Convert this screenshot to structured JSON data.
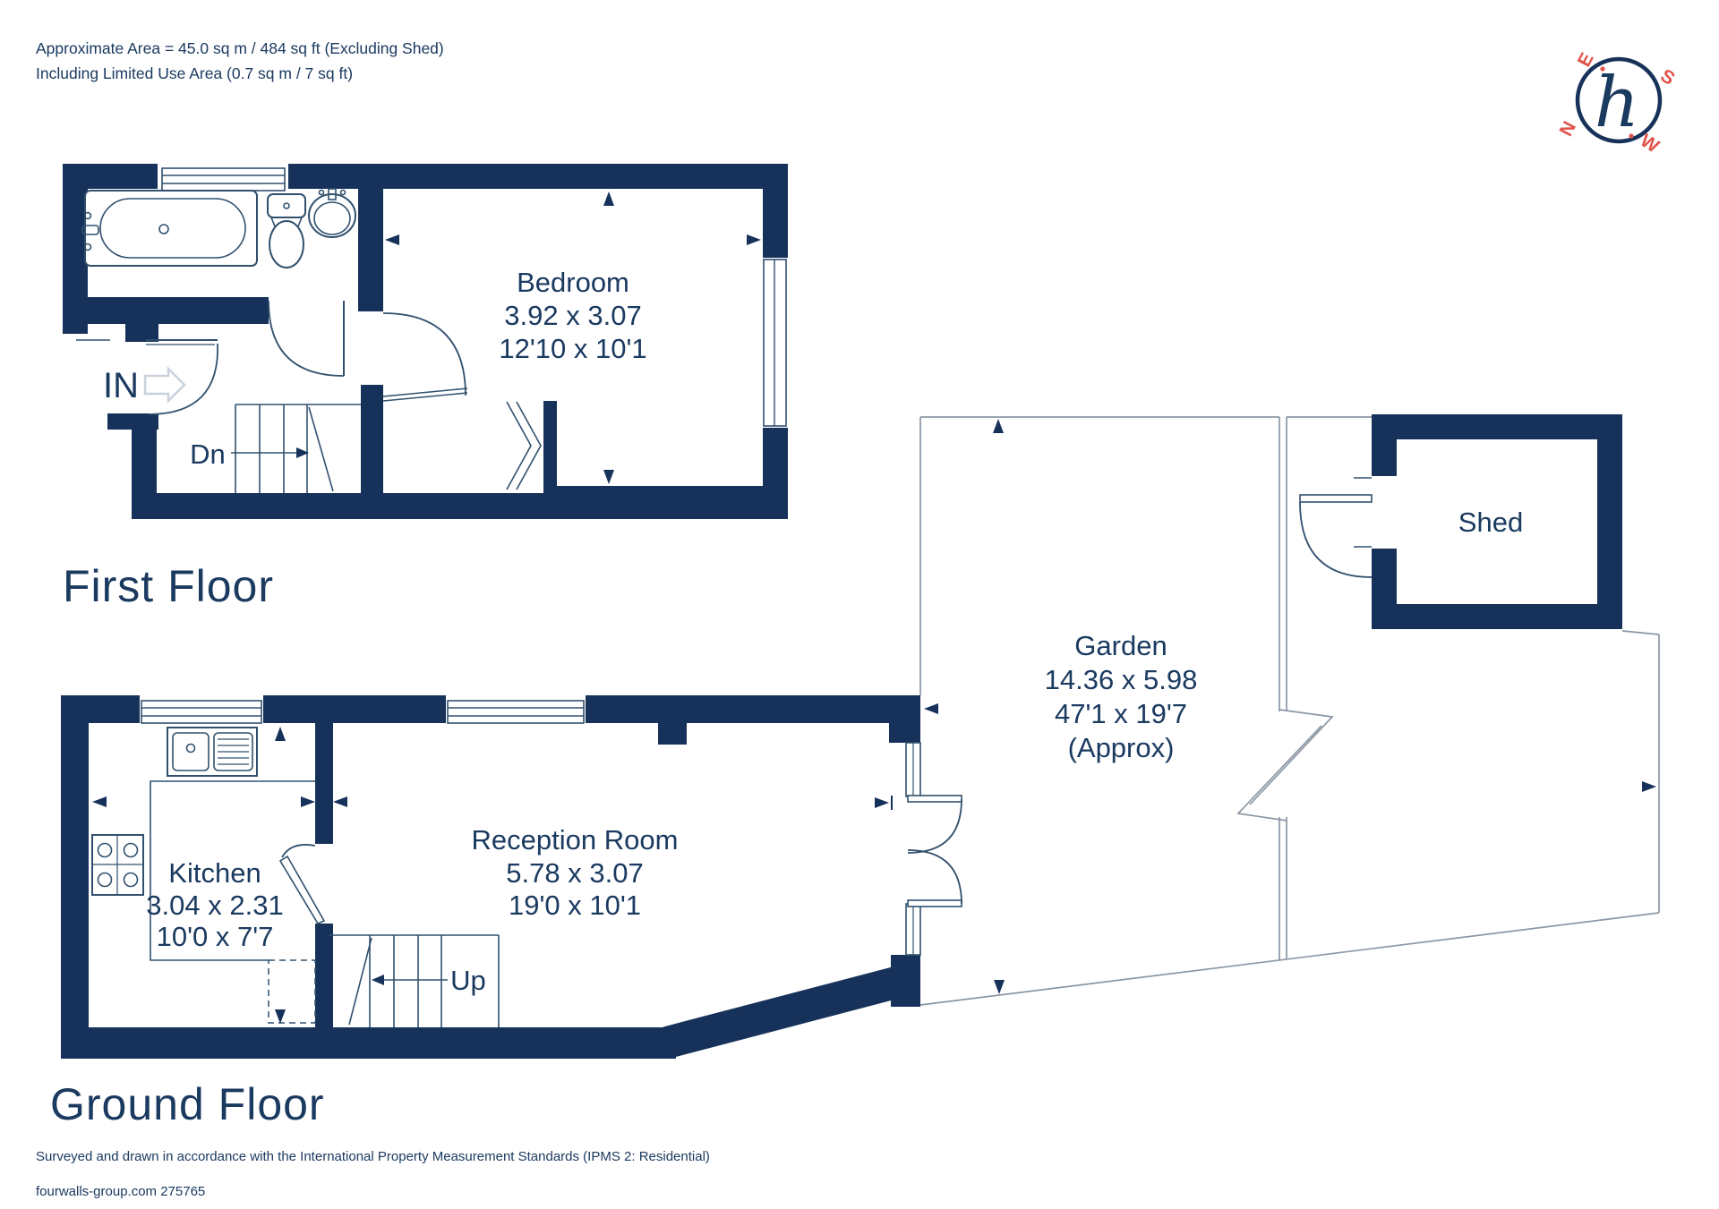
{
  "header": {
    "line1": "Approximate Area = 45.0 sq m / 484 sq ft (Excluding Shed)",
    "line2": "Including Limited Use Area (0.7 sq m / 7 sq ft)"
  },
  "compass": {
    "n": "N",
    "e": "E",
    "s": "S",
    "w": "W",
    "monogram": "h"
  },
  "first_floor": {
    "title": "First Floor",
    "bedroom": {
      "name": "Bedroom",
      "dims_m": "3.92 x 3.07",
      "dims_ft": "12'10 x 10'1"
    },
    "in_label": "IN",
    "dn_label": "Dn"
  },
  "ground_floor": {
    "title": "Ground Floor",
    "kitchen": {
      "name": "Kitchen",
      "dims_m": "3.04 x 2.31",
      "dims_ft": "10'0 x 7'7"
    },
    "reception": {
      "name": "Reception Room",
      "dims_m": "5.78 x 3.07",
      "dims_ft": "19'0 x 10'1"
    },
    "up_label": "Up"
  },
  "outdoor": {
    "garden": {
      "name": "Garden",
      "dims_m": "14.36 x 5.98",
      "dims_ft": "47'1 x 19'7",
      "approx": "(Approx)"
    },
    "shed": {
      "name": "Shed"
    }
  },
  "footer": {
    "line1": "Surveyed and drawn in accordance with the International Property Measurement Standards (IPMS 2: Residential)",
    "line2": "fourwalls-group.com 275765"
  },
  "colors": {
    "navy": "#17325a",
    "red": "#e0544b",
    "boundary": "#8b97a4",
    "fixture": "#31506e"
  }
}
